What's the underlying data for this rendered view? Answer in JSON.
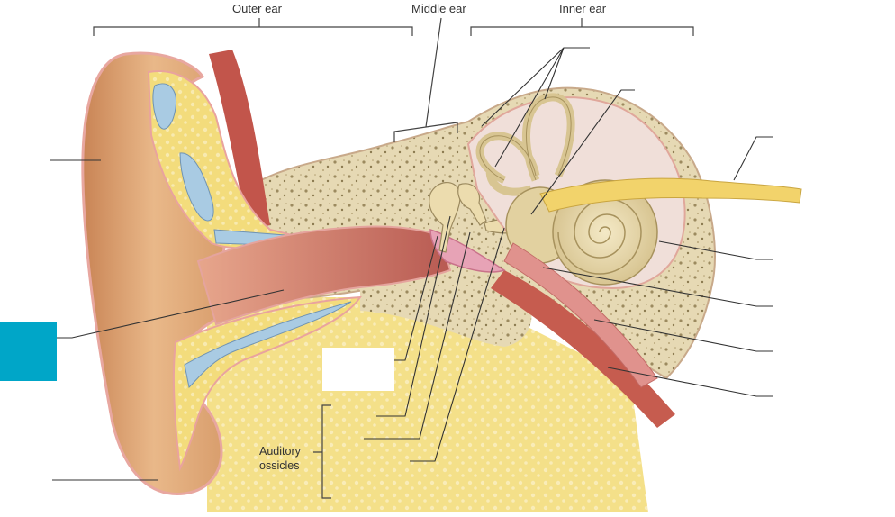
{
  "headers": {
    "outer_ear": "Outer ear",
    "middle_ear": "Middle ear",
    "inner_ear": "Inner ear"
  },
  "ossicles_label": "Auditory ossicles",
  "colors": {
    "highlight_box": "#00a6c8",
    "skin": "#e2a877",
    "skin_dark": "#b8774a",
    "canal": "#c9716a",
    "bone": "#e4d7b2",
    "cartilage": "#f2dc7e",
    "cartilage_blue": "#a9cbe3",
    "nerve": "#f2d36b",
    "muscle": "#c2554b"
  }
}
